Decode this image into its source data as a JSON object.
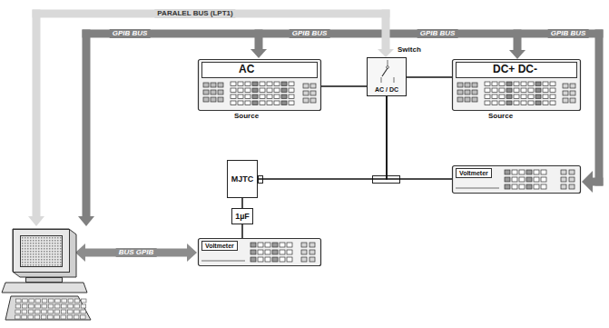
{
  "diagram": {
    "nodes": [
      {
        "text": [
          "AC",
          "Source"
        ]
      },
      {
        "text": [
          "Switch",
          "AC / DC"
        ]
      },
      {
        "text": [
          "DC+ DC-",
          "Source"
        ]
      },
      {
        "text": [
          "MJTC"
        ]
      },
      {
        "text": [
          "Voltmeter"
        ]
      },
      {
        "text": [
          "1µF"
        ]
      },
      {
        "text": [
          "Voltmeter"
        ]
      }
    ],
    "edges": [
      {
        "from": 0,
        "to": 1,
        "arrow": "none"
      },
      {
        "from": 1,
        "to": 2,
        "arrow": "none"
      },
      {
        "from": 1,
        "to": 3,
        "arrow": "none"
      },
      {
        "from": 1,
        "to": 4,
        "arrow": "none"
      },
      {
        "from": 3,
        "to": 5,
        "arrow": "none"
      },
      {
        "from": 5,
        "to": 6,
        "arrow": "none"
      }
    ],
    "labels": [
      "PARALEL BUS (LPT1)",
      "GPIB BUS",
      "GPIB BUS",
      "GPIB BUS",
      "GPIB BUS",
      "BUS GPIB"
    ]
  }
}
